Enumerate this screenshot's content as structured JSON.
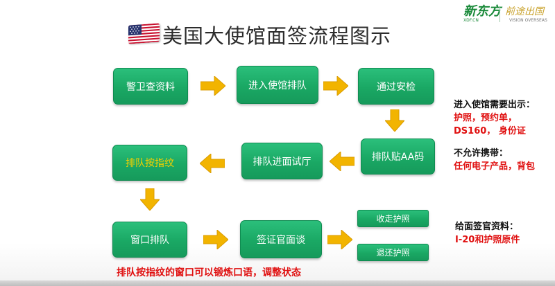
{
  "header": {
    "title": "美国大使馆面签流程图示",
    "logo_text": "新东方",
    "logo_subtext": "XDF.CN",
    "partner_text": "前途出国",
    "partner_subtext": "VISION OVERSEAS"
  },
  "steps": {
    "s1": "警卫查资料",
    "s2": "进入使馆排队",
    "s3": "通过安检",
    "s4": "排队贴AA码",
    "s5": "排队进面试厅",
    "s6": "排队按指纹",
    "s7": "窗口排队",
    "s8": "签证官面谈",
    "o1": "收走护照",
    "o2": "退还护照"
  },
  "notes": {
    "show_title": "进入使馆需要出示：",
    "show_items_1": "护照，预约单，",
    "show_items_2": "DS160， 身份证",
    "forbid_title": "不允许携带：",
    "forbid_items": "任何电子产品，背包",
    "give_title": "给面签官资料：",
    "give_items": "I-20和护照原件",
    "bottom_tip": "排队按指纹的窗口可以锻炼口语，调整状态"
  },
  "colors": {
    "box_green": "#1aa864",
    "arrow_yellow": "#f2b400",
    "note_red": "#e01010",
    "highlight_yellow": "#f2d000"
  }
}
